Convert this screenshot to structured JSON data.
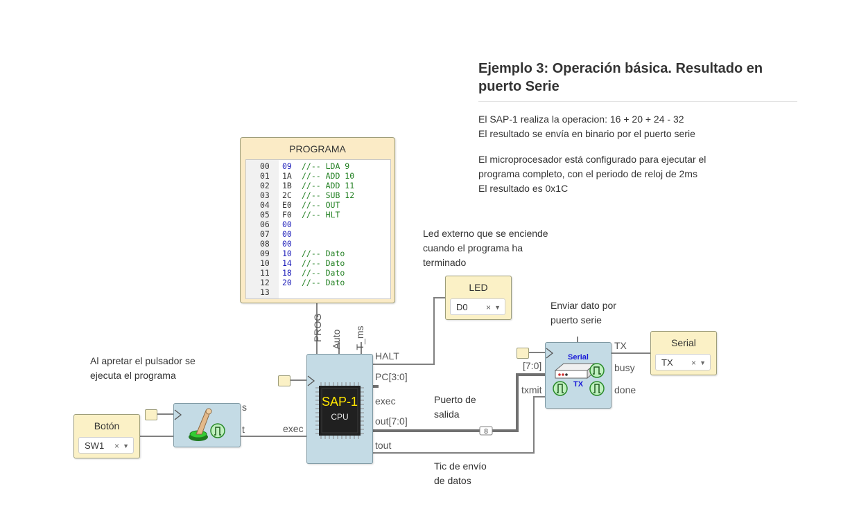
{
  "title": "Ejemplo 3: Operación básica. Resultado en puerto Serie",
  "description": [
    "El SAP-1 realiza la operacion: 16 + 20 + 24 - 32",
    "El resultado se envía en binario por el puerto serie",
    "El microprocesador está configurado para ejecutar el",
    "programa completo, con el periodo de reloj de 2ms",
    "El resultado es 0x1C"
  ],
  "program": {
    "title": "PROGRAMA",
    "lines": [
      {
        "addr": "00",
        "hex": "09",
        "comment": "//-- LDA 9",
        "color": "#1a1ab8"
      },
      {
        "addr": "01",
        "hex": "1A",
        "comment": "//-- ADD 10",
        "color": "#333333"
      },
      {
        "addr": "02",
        "hex": "1B",
        "comment": "//-- ADD 11",
        "color": "#333333"
      },
      {
        "addr": "03",
        "hex": "2C",
        "comment": "//-- SUB 12",
        "color": "#333333"
      },
      {
        "addr": "04",
        "hex": "E0",
        "comment": "//-- OUT",
        "color": "#333333"
      },
      {
        "addr": "05",
        "hex": "F0",
        "comment": "//-- HLT",
        "color": "#333333"
      },
      {
        "addr": "06",
        "hex": "00",
        "comment": "",
        "color": "#1a1ab8"
      },
      {
        "addr": "07",
        "hex": "00",
        "comment": "",
        "color": "#1a1ab8"
      },
      {
        "addr": "08",
        "hex": "00",
        "comment": "",
        "color": "#1a1ab8"
      },
      {
        "addr": "09",
        "hex": "10",
        "comment": "//-- Dato",
        "color": "#1a1ab8"
      },
      {
        "addr": "10",
        "hex": "14",
        "comment": "//-- Dato",
        "color": "#1a1ab8"
      },
      {
        "addr": "11",
        "hex": "18",
        "comment": "//-- Dato",
        "color": "#1a1ab8"
      },
      {
        "addr": "12",
        "hex": "20",
        "comment": "//-- Dato",
        "color": "#1a1ab8"
      },
      {
        "addr": "13",
        "hex": "",
        "comment": "",
        "color": "#333333"
      }
    ]
  },
  "annotations": {
    "led_note": [
      "Led externo que se enciende",
      "cuando el programa ha",
      "terminado"
    ],
    "serial_note": [
      "Enviar dato por",
      "puerto serie"
    ],
    "button_note": [
      "Al apretar el pulsador se",
      "ejecuta el programa"
    ],
    "output_note": [
      "Puerto de",
      "salida"
    ],
    "tick_note": [
      "Tic de envío",
      "de datos"
    ]
  },
  "led": {
    "title": "LED",
    "value": "D0",
    "clear": "×",
    "arrow": "▼"
  },
  "serial_out": {
    "title": "Serial",
    "value": "TX",
    "clear": "×",
    "arrow": "▼"
  },
  "button": {
    "title": "Botón",
    "value": "SW1",
    "clear": "×",
    "arrow": "▼"
  },
  "switch_block": {
    "ports": {
      "s": "s",
      "t": "t"
    }
  },
  "cpu": {
    "label": "SAP-1",
    "sublabel": "CPU",
    "label_color": "#ffe600",
    "top_ports": [
      "PROG",
      "Auto",
      "T_ms"
    ],
    "right_ports": [
      "HALT",
      "PC[3:0]",
      "exec",
      "out[7:0]",
      "tout"
    ],
    "left_port": "exec"
  },
  "serial_tx": {
    "label": "Serial",
    "sublabel": "TX",
    "label_color": "#1a1ad8",
    "left_ports": [
      "[7:0]",
      "txmit"
    ],
    "right_ports": [
      "TX",
      "busy",
      "done"
    ]
  },
  "bus_width": "8"
}
